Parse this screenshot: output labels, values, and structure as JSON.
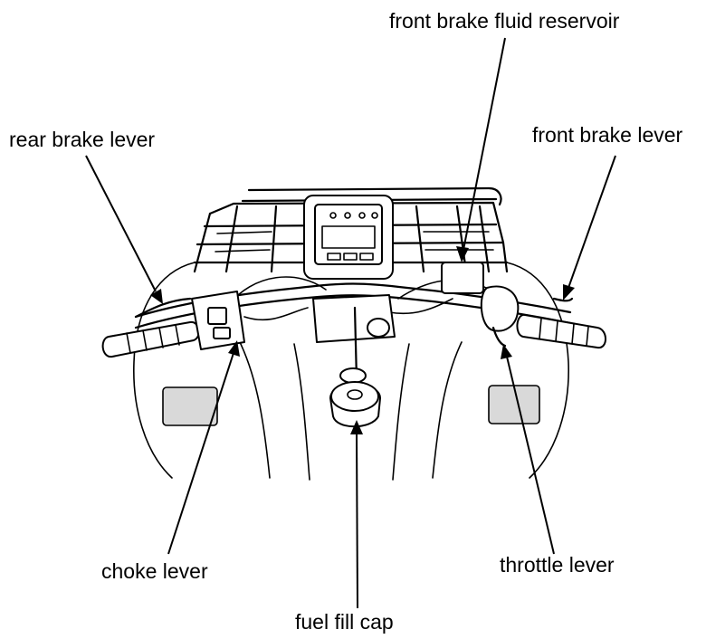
{
  "labels": {
    "front_brake_fluid_reservoir": "front brake fluid reservoir",
    "rear_brake_lever": "rear brake lever",
    "front_brake_lever": "front brake lever",
    "choke_lever": "choke lever",
    "throttle_lever": "throttle lever",
    "fuel_fill_cap": "fuel fill cap"
  }
}
